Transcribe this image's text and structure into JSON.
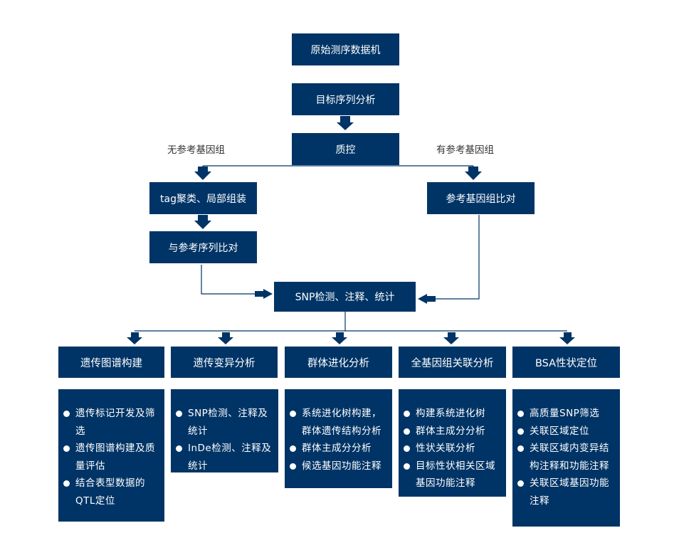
{
  "flow": {
    "raw_data": "原始测序数据机",
    "target_analysis": "目标序列分析",
    "qc": "质控",
    "no_ref_label": "无参考基因组",
    "has_ref_label": "有参考基因组",
    "tag_cluster": "tag聚类、局部组装",
    "align_ref_seq": "与参考序列比对",
    "align_ref_genome": "参考基因组比对",
    "snp": "SNP检测、注释、统计"
  },
  "branches": [
    {
      "title": "遗传图谱构建",
      "items": [
        "遗传标记开发及筛选",
        "遗传图谱构建及质量评估",
        "结合表型数据的QTL定位"
      ]
    },
    {
      "title": "遗传变异分析",
      "items": [
        "SNP检测、注释及统计",
        "InDe检测、注释及统计"
      ]
    },
    {
      "title": "群体进化分析",
      "items": [
        "系统进化树构建，群体遗传结构分析",
        "群体主成分分析",
        "候选基因功能注释"
      ]
    },
    {
      "title": "全基因组关联分析",
      "items": [
        "构建系统进化树",
        "群体主成分分析",
        "性状关联分析",
        "目标性状相关区域基因功能注释"
      ]
    },
    {
      "title": "BSA性状定位",
      "items": [
        "高质量SNP筛选",
        "关联区域定位",
        "关联区域内变异结构注释和功能注释",
        "关联区域基因功能注释"
      ]
    }
  ],
  "colors": {
    "box": "#003466",
    "line": "#003466"
  }
}
